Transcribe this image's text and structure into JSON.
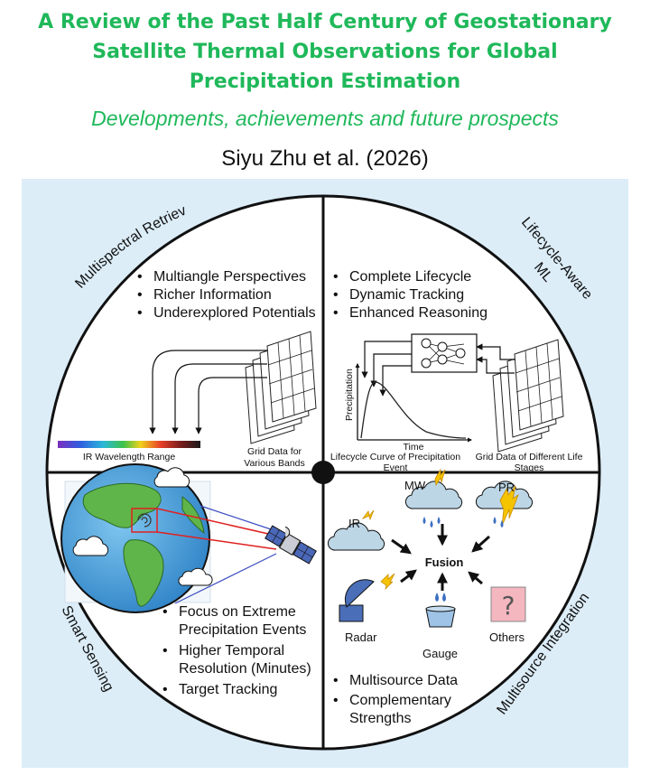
{
  "title_lines": [
    "A Review of the Past Half Century of Geostationary",
    "Satellite Thermal Observations for Global",
    "Precipitation Estimation"
  ],
  "subtitle": "Developments, achievements and future prospects",
  "authors": "Siyu Zhu et al. (2026)",
  "colors": {
    "title_green": "#1fb85a",
    "panel_bg": "#dcedf8",
    "lightning": "#f5c400",
    "cloud": "#bcd6e6"
  },
  "quadrants": {
    "multispectral": {
      "label": "Multispectral Retrievals",
      "bullets": [
        "Multiangle Perspectives",
        "Richer Information",
        "Underexplored Potentials"
      ],
      "spectrum_label": "IR Wavelength Range",
      "grid_label": [
        "Grid Data for",
        "Various Bands"
      ]
    },
    "lifecycle": {
      "label_lines": [
        "Lifecycle-Aware",
        "ML"
      ],
      "bullets": [
        "Complete Lifecycle",
        "Dynamic Tracking",
        "Enhanced Reasoning"
      ],
      "y_axis": "Precipitation",
      "x_axis": "Time",
      "curve_label": [
        "Lifecycle Curve of Precipitation",
        "Event"
      ],
      "grid_label": [
        "Grid Data of Different Life",
        "Stages"
      ]
    },
    "smart_sensing": {
      "label": "Smart Sensing",
      "bullets": [
        [
          "Focus on Extreme",
          "Precipitation Events"
        ],
        [
          "Higher Temporal",
          "Resolution (Minutes)"
        ],
        [
          "Target Tracking"
        ]
      ]
    },
    "multisource": {
      "label": "Multisource Integration",
      "sources": {
        "ir": "IR",
        "mw": "MW",
        "pr": "PR",
        "radar": "Radar",
        "gauge": "Gauge",
        "others": "Others",
        "others_symbol": "?"
      },
      "center": "Fusion",
      "bullets": [
        [
          "Multisource Data"
        ],
        [
          "Complementary",
          "Strengths"
        ]
      ]
    }
  }
}
